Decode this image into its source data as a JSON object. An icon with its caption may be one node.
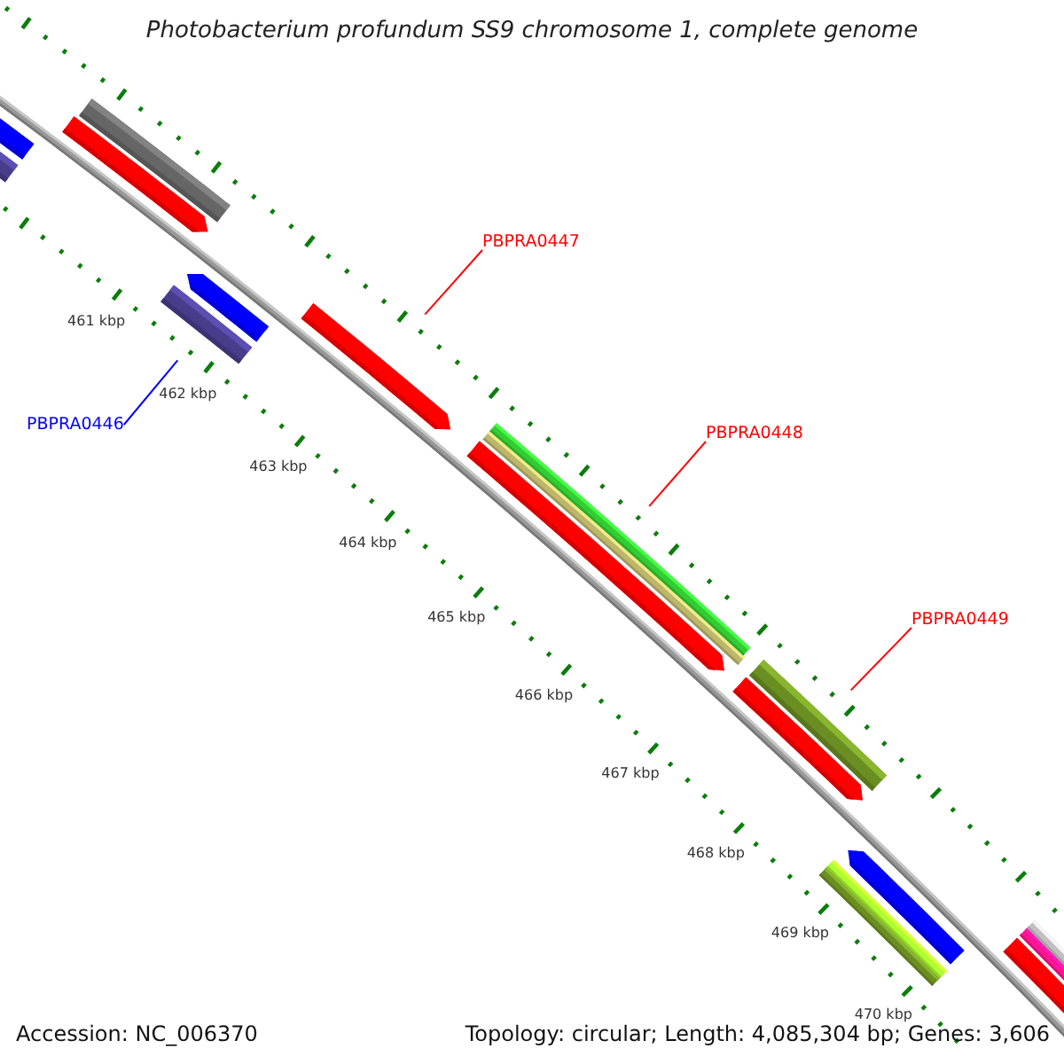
{
  "diagram": {
    "title": "Photobacterium profundum SS9 chromosome 1, complete genome",
    "nodes": [
      {
        "text": [
          "PBPRA0447"
        ]
      },
      {
        "text": [
          "PBPRA0446"
        ]
      },
      {
        "text": [
          "PBPRA0448"
        ]
      },
      {
        "text": [
          "PBPRA0449"
        ]
      },
      {
        "text": [],
        "shape": "bar"
      },
      {
        "text": [],
        "shape": "bar"
      },
      {
        "text": [],
        "shape": "bar"
      },
      {
        "text": [],
        "shape": "bar"
      },
      {
        "text": [],
        "shape": "bar"
      },
      {
        "text": [],
        "shape": "bar"
      },
      {
        "text": [],
        "shape": "bar"
      },
      {
        "text": [],
        "shape": "bar"
      },
      {
        "text": [],
        "shape": "bar"
      },
      {
        "text": [],
        "shape": "bar"
      },
      {
        "text": [],
        "shape": "bar"
      },
      {
        "text": [],
        "shape": "bar"
      },
      {
        "text": [],
        "shape": "bar"
      },
      {
        "text": [],
        "shape": "bar"
      },
      {
        "text": [],
        "shape": "bar"
      },
      {
        "text": [],
        "shape": "bar"
      },
      {
        "text": [],
        "shape": "bar"
      },
      {
        "text": [],
        "shape": "bar"
      }
    ],
    "edges": [
      {
        "from": 0,
        "to": 10,
        "arrow": "none"
      },
      {
        "from": 1,
        "to": 9,
        "arrow": "none",
        "color": "#0000ff"
      },
      {
        "from": 2,
        "to": 13,
        "arrow": "none"
      },
      {
        "from": 3,
        "to": 14,
        "arrow": "none"
      }
    ],
    "labels": [
      "461 kbp",
      "462 kbp",
      "463 kbp",
      "464 kbp",
      "465 kbp",
      "466 kbp",
      "467 kbp",
      "468 kbp",
      "469 kbp",
      "470 kbp",
      "Accession: NC_006370",
      "Topology: circular; Length: 4,085,304 bp; Genes: 3,606"
    ]
  }
}
